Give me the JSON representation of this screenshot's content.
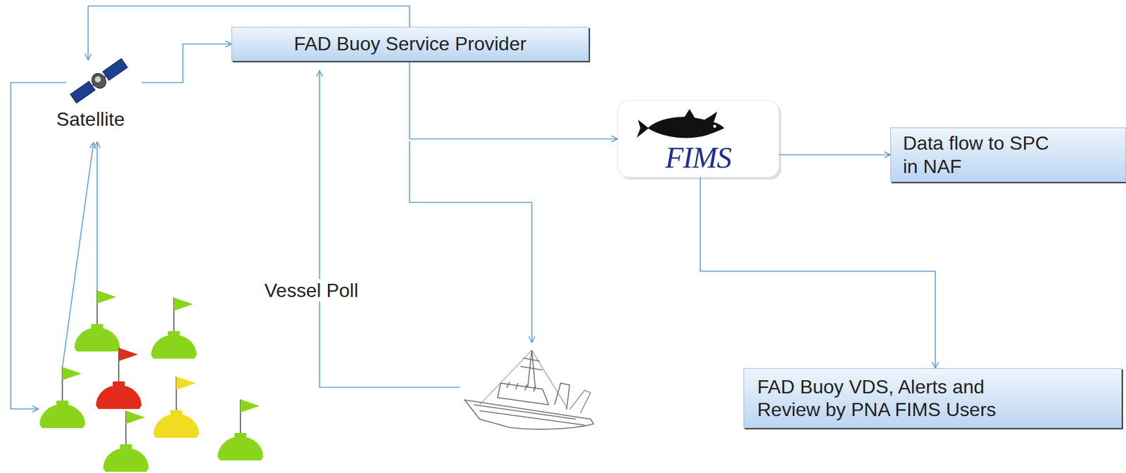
{
  "diagram": {
    "nodes": [
      {
        "text": [
          "Satellite"
        ]
      },
      {
        "text": [
          "FAD Buoy Service Provider"
        ]
      },
      {
        "text": [
          "FIMS"
        ]
      },
      {
        "text": [
          "Data flow to SPC in NAF"
        ]
      },
      {
        "text": [
          "FAD Buoy VDS, Alerts and Review by PNA FIMS Users"
        ]
      }
    ],
    "edges": [
      {
        "from": 0,
        "to": 1,
        "arrow": "to"
      },
      {
        "from": 1,
        "to": 0,
        "arrow": "to"
      },
      {
        "from": 1,
        "to": 2,
        "arrow": "to"
      },
      {
        "from": 2,
        "to": 3,
        "arrow": "to"
      },
      {
        "from": 2,
        "to": 4,
        "arrow": "to"
      }
    ],
    "labels": [
      "Vessel Poll"
    ]
  }
}
